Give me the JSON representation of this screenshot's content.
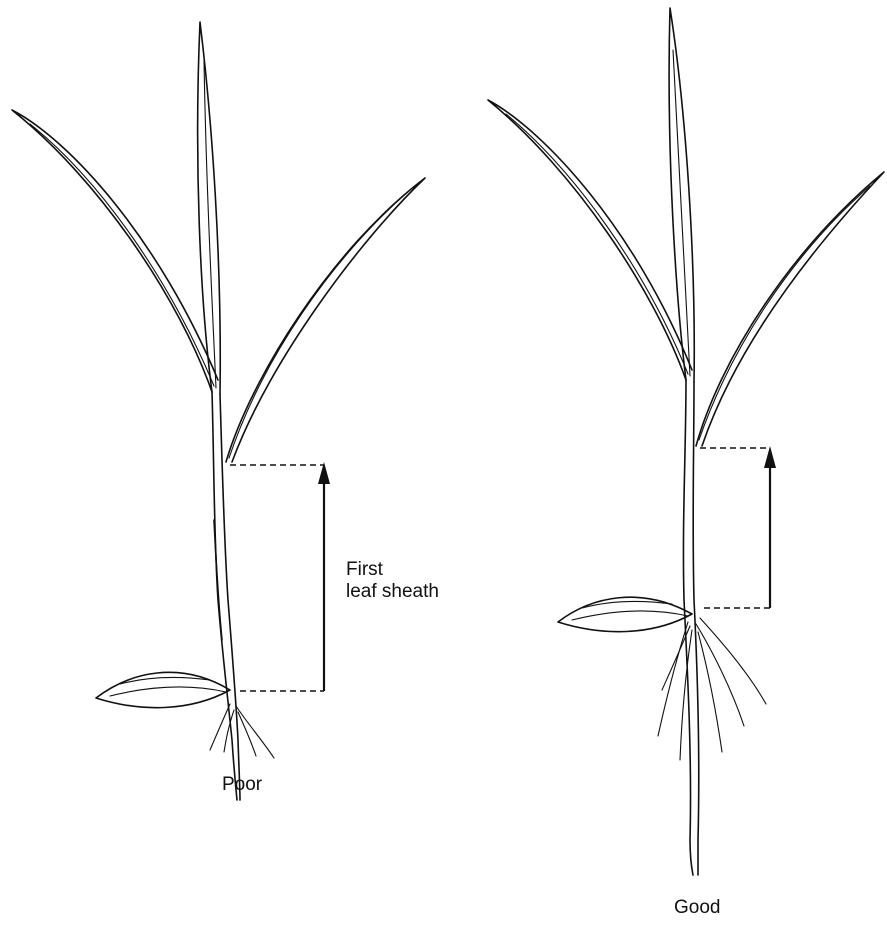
{
  "labels": {
    "annotation_line1": "First",
    "annotation_line2": "leaf sheath",
    "left_caption": "Poor",
    "right_caption": "Good"
  }
}
